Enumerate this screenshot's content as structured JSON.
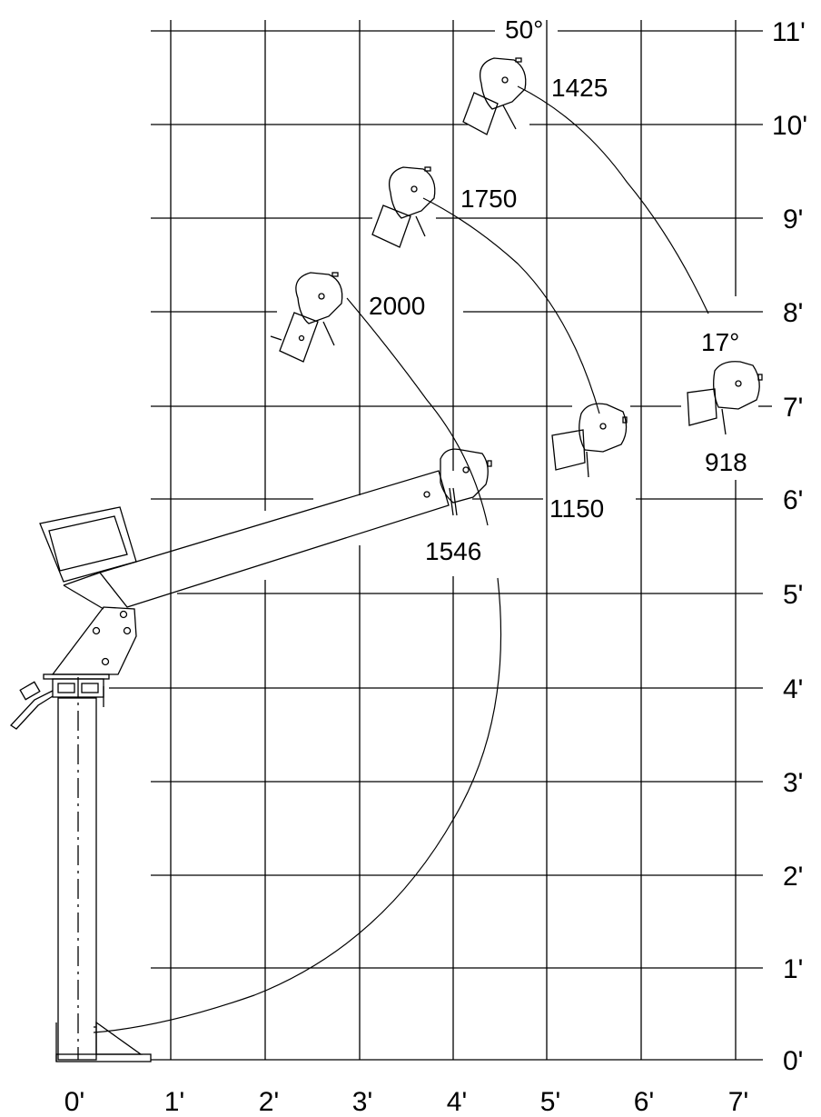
{
  "grid": {
    "x_labels": [
      "0'",
      "1'",
      "2'",
      "3'",
      "4'",
      "5'",
      "6'",
      "7'"
    ],
    "y_labels": [
      "0'",
      "1'",
      "2'",
      "3'",
      "4'",
      "5'",
      "6'",
      "7'",
      "8'",
      "9'",
      "10'",
      "11'"
    ]
  },
  "capacities": {
    "boom_50deg": "1425",
    "boom_mid_high": "1750",
    "boom_high": "2000",
    "boom_base": "1546",
    "boom_mid_low": "1150",
    "boom_horizontal": "918"
  },
  "angles": {
    "top": "50°",
    "right": "17°"
  }
}
